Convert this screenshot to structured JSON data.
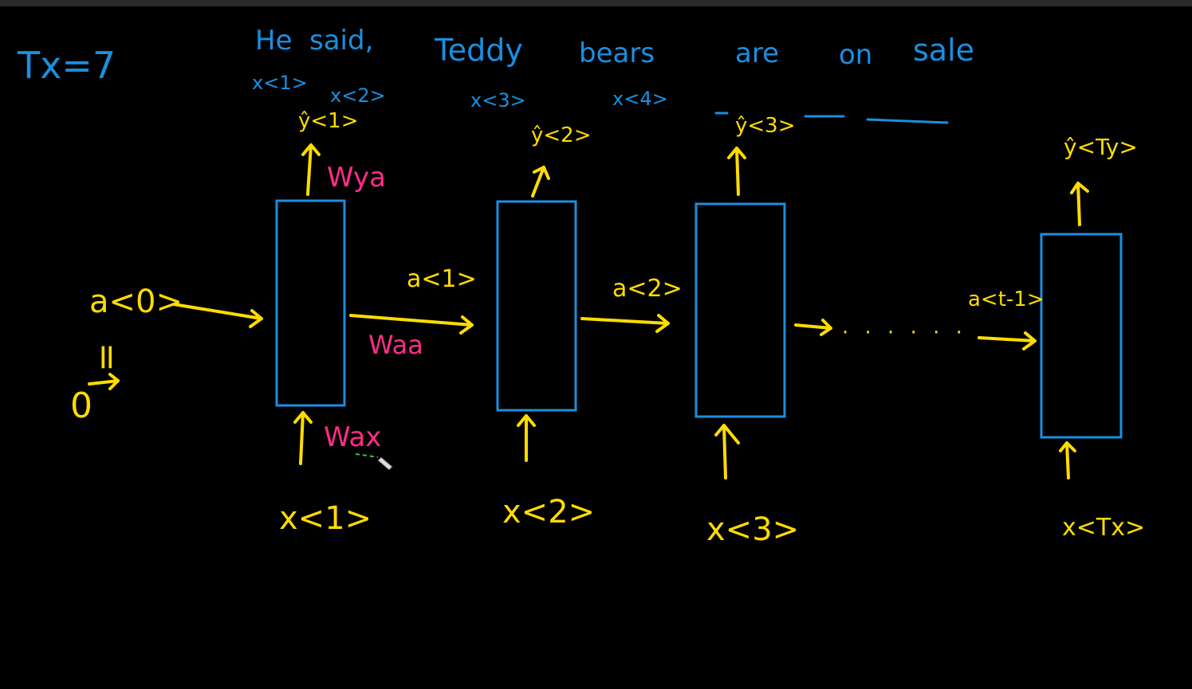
{
  "colors": {
    "background": "#000000",
    "cell_outline": "#1a8fe0",
    "sentence_text": "#1a8fe0",
    "arrows_and_labels": "#ffdc00",
    "weights": "#ff2d87"
  },
  "header": {
    "tx": "Tx=7"
  },
  "sentence": {
    "words": [
      "He",
      "said,",
      "Teddy",
      "bears",
      "are",
      "on",
      "sale"
    ],
    "word_indices": [
      "x<1>",
      "x<2>",
      "x<3>",
      "x<4>"
    ]
  },
  "initial_activation": {
    "label": "a<0>",
    "equals": "=",
    "vector": "0"
  },
  "cells": [
    {
      "output": "ŷ<1>",
      "input": "x<1>"
    },
    {
      "output": "ŷ<2>",
      "input": "x<2>"
    },
    {
      "output": "ŷ<3>",
      "input": "x<3>"
    },
    {
      "output": "ŷ<Ty>",
      "input": "x<Tx>"
    }
  ],
  "activations": [
    "a<1>",
    "a<2>",
    "a<t-1>"
  ],
  "weights": {
    "wya": "Wya",
    "waa": "Waa",
    "wax": "Wax"
  },
  "ellipsis": "· · · · · ·"
}
